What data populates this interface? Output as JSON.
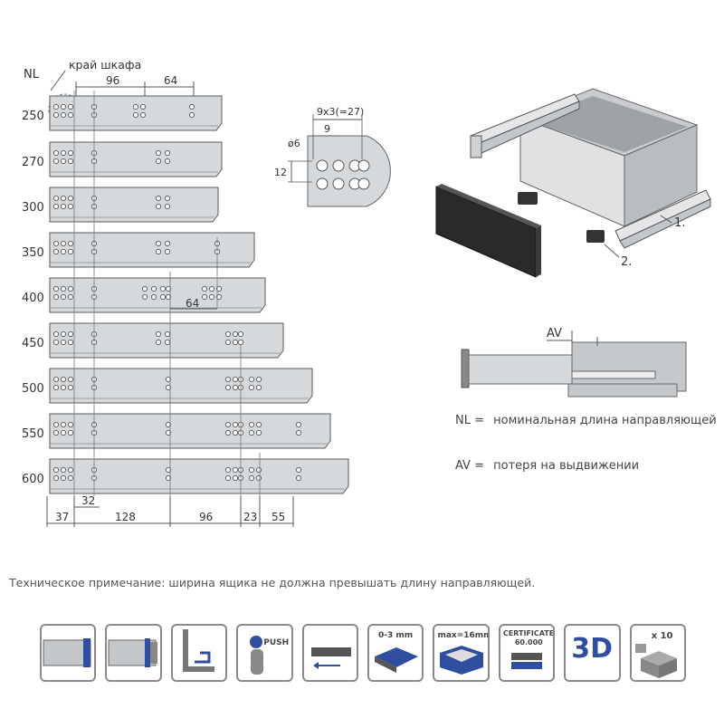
{
  "labels": {
    "nl_header": "NL",
    "edge_label": "край шкафа",
    "dim_96_top": "96",
    "dim_64_top": "64",
    "dim_64_mid": "64",
    "detail_9x3": "9x3(=27)",
    "detail_9": "9",
    "detail_d6": "ø6",
    "detail_12": "12",
    "callout_1": "1.",
    "callout_2": "2.",
    "av_label": "AV"
  },
  "rail_lengths": [
    "250",
    "270",
    "300",
    "350",
    "400",
    "450",
    "500",
    "550",
    "600"
  ],
  "bottom_dims": [
    "37",
    "32",
    "128",
    "96",
    "23",
    "55"
  ],
  "legend": {
    "nl_key": "NL =",
    "nl_text": "номинальная длина направляющей",
    "av_key": "AV =",
    "av_text": "потеря на выдвижении"
  },
  "technical_note": "Техническое примечание: ширина ящика не должна превышать длину направляющей.",
  "icons": [
    {
      "name": "rail-profile-icon",
      "text": ""
    },
    {
      "name": "rail-profile-alt-icon",
      "text": ""
    },
    {
      "name": "clip-mount-icon",
      "text": ""
    },
    {
      "name": "push-open-icon",
      "text": "PUSH"
    },
    {
      "name": "extension-icon",
      "text": ""
    },
    {
      "name": "adjustment-icon",
      "text": "0-3 mm"
    },
    {
      "name": "max-thickness-icon",
      "text": "max=16mm"
    },
    {
      "name": "certificate-icon",
      "text": "CERTIFICATE",
      "text2": "60.000"
    },
    {
      "name": "3d-adjust-icon",
      "text": "3D"
    },
    {
      "name": "pack-icon",
      "text": "x 10"
    }
  ],
  "colors": {
    "rail_fill": "#d6d9dc",
    "rail_stroke": "#5a5a5a",
    "accent_blue": "#2f4f9e",
    "drawer_front": "#2a2a2a"
  }
}
